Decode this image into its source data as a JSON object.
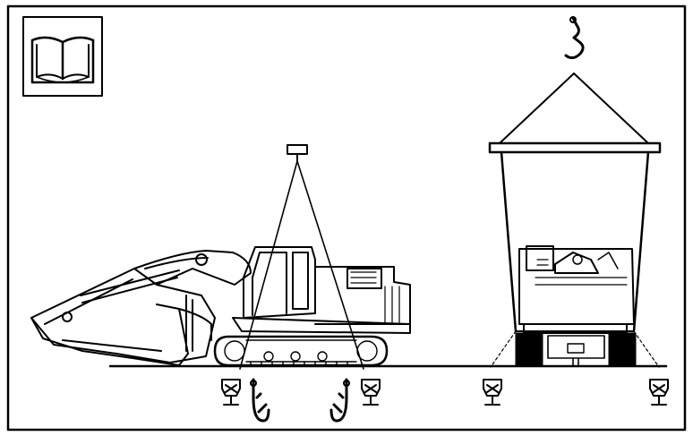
{
  "figure": {
    "description_icon": "manual-book-icon",
    "colors": {
      "ink": "#000000",
      "paper": "#ffffff"
    },
    "icons": [
      "manual-book-icon",
      "crane-hook-icon",
      "lifting-point-symbol-icon",
      "spreader-bar-icon",
      "excavator-illustration",
      "excavator-upper-structure-illustration",
      "ground-line"
    ]
  }
}
